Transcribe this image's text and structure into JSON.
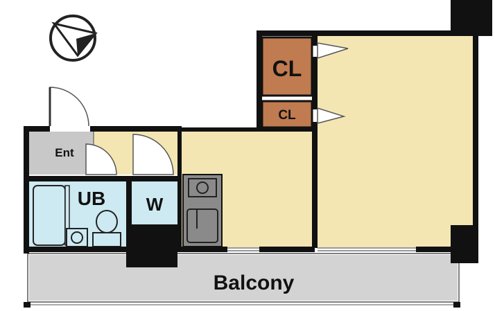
{
  "labels": {
    "closet_large": "CL",
    "closet_small": "CL",
    "entrance": "Ent",
    "bath": "UB",
    "washer": "W",
    "balcony": "Balcony"
  },
  "icons": {
    "compass": "north-arrow-compass"
  },
  "colors": {
    "floor": "#f3e6b3",
    "closet": "#c07b50",
    "wet_area": "#cde9f1",
    "tile": "#c8c8c8",
    "balcony": "#d3d3d3",
    "wall": "#111111",
    "kitchen": "#8a8a8a"
  }
}
